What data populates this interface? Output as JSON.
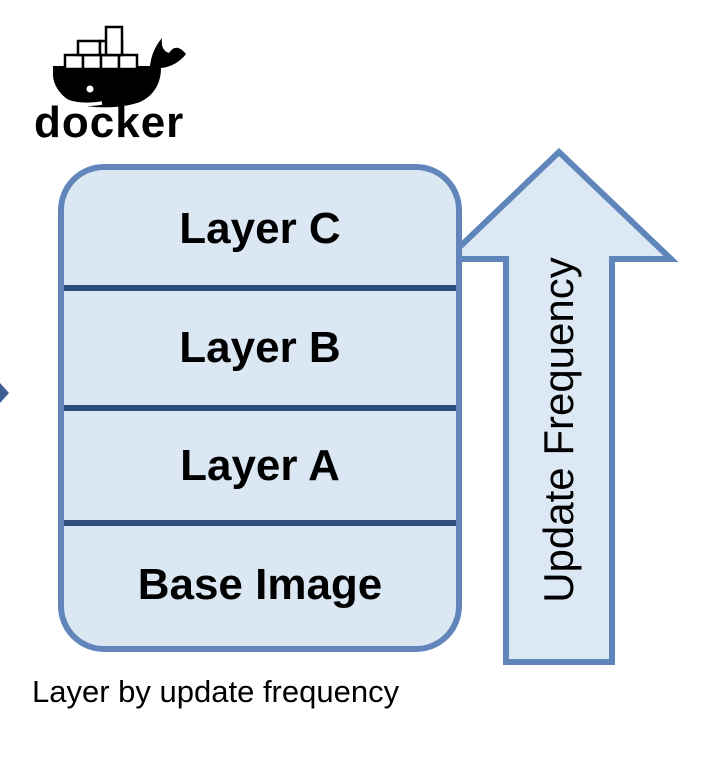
{
  "logo": {
    "wordmark": "docker"
  },
  "stack": {
    "layers": [
      {
        "label": "Layer C"
      },
      {
        "label": "Layer B"
      },
      {
        "label": "Layer A"
      },
      {
        "label": "Base Image"
      }
    ]
  },
  "arrow": {
    "label": "Update Frequency",
    "direction": "up"
  },
  "caption": "Layer by update frequency",
  "icons": {
    "whale": "docker-whale-icon",
    "left_fragment": "right-pointing-arrowhead-icon"
  },
  "colors": {
    "box_fill": "#dbe8f4",
    "box_border": "#6286bb",
    "divider": "#2e4e7e",
    "arrow_fill": "#dce9f5",
    "arrow_border": "#5f86ba",
    "text": "#000000",
    "logo": "#000000"
  }
}
